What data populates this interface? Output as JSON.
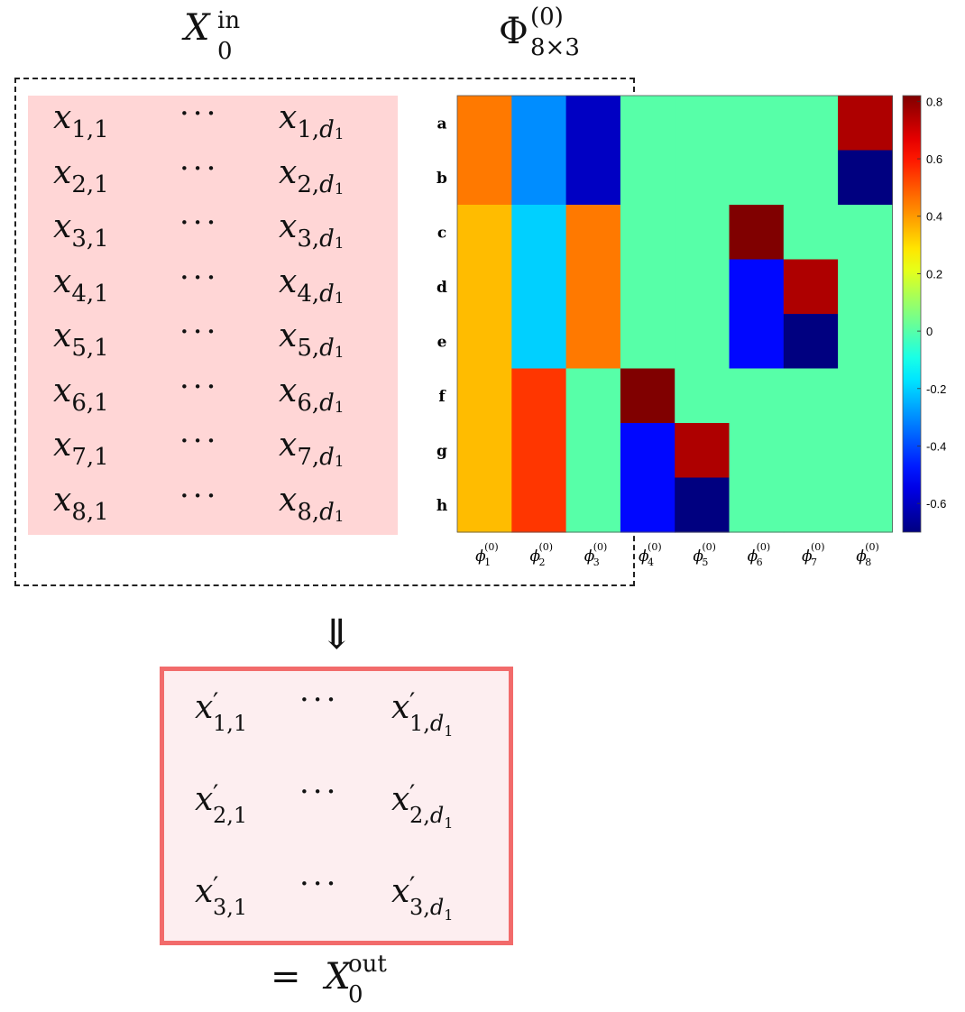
{
  "titles": {
    "x_in": {
      "base": "X",
      "sup": "in",
      "sub": "0"
    },
    "phi": {
      "base": "Φ",
      "sup": "(0)",
      "sub": "8×3"
    }
  },
  "input_matrix": {
    "rows": [
      {
        "first": "x",
        "first_sub": "1,1",
        "dots": "···",
        "last": "x",
        "last_sub_row": "1",
        "last_sub_col": "d",
        "last_sub_col_sub": "1"
      },
      {
        "first": "x",
        "first_sub": "2,1",
        "dots": "···",
        "last": "x",
        "last_sub_row": "2",
        "last_sub_col": "d",
        "last_sub_col_sub": "1"
      },
      {
        "first": "x",
        "first_sub": "3,1",
        "dots": "···",
        "last": "x",
        "last_sub_row": "3",
        "last_sub_col": "d",
        "last_sub_col_sub": "1"
      },
      {
        "first": "x",
        "first_sub": "4,1",
        "dots": "···",
        "last": "x",
        "last_sub_row": "4",
        "last_sub_col": "d",
        "last_sub_col_sub": "1"
      },
      {
        "first": "x",
        "first_sub": "5,1",
        "dots": "···",
        "last": "x",
        "last_sub_row": "5",
        "last_sub_col": "d",
        "last_sub_col_sub": "1"
      },
      {
        "first": "x",
        "first_sub": "6,1",
        "dots": "···",
        "last": "x",
        "last_sub_row": "6",
        "last_sub_col": "d",
        "last_sub_col_sub": "1"
      },
      {
        "first": "x",
        "first_sub": "7,1",
        "dots": "···",
        "last": "x",
        "last_sub_row": "7",
        "last_sub_col": "d",
        "last_sub_col_sub": "1"
      },
      {
        "first": "x",
        "first_sub": "8,1",
        "dots": "···",
        "last": "x",
        "last_sub_row": "8",
        "last_sub_col": "d",
        "last_sub_col_sub": "1"
      }
    ],
    "background": "#ffd6d6"
  },
  "arrow": "⇓",
  "output_matrix": {
    "rows": [
      {
        "first": "x",
        "prime": "′",
        "first_sub": "1,1",
        "dots": "···",
        "last": "x",
        "last_sub_row": "1",
        "last_sub_col": "d",
        "last_sub_col_sub": "1"
      },
      {
        "first": "x",
        "prime": "′",
        "first_sub": "2,1",
        "dots": "···",
        "last": "x",
        "last_sub_row": "2",
        "last_sub_col": "d",
        "last_sub_col_sub": "1"
      },
      {
        "first": "x",
        "prime": "′",
        "first_sub": "3,1",
        "dots": "···",
        "last": "x",
        "last_sub_row": "3",
        "last_sub_col": "d",
        "last_sub_col_sub": "1"
      }
    ],
    "border_color": "#f26b6b",
    "background": "#fdeef0"
  },
  "output_label": {
    "eq": "=",
    "base": "X",
    "sup": "out",
    "sub": "0"
  },
  "chart_data": {
    "type": "heatmap",
    "row_labels": [
      "a",
      "b",
      "c",
      "d",
      "e",
      "f",
      "g",
      "h"
    ],
    "col_labels": [
      {
        "base": "ϕ",
        "sub": "1",
        "sup": "(0)"
      },
      {
        "base": "ϕ",
        "sub": "2",
        "sup": "(0)"
      },
      {
        "base": "ϕ",
        "sub": "3",
        "sup": "(0)"
      },
      {
        "base": "ϕ",
        "sub": "4",
        "sup": "(0)"
      },
      {
        "base": "ϕ",
        "sub": "5",
        "sup": "(0)"
      },
      {
        "base": "ϕ",
        "sub": "6",
        "sup": "(0)"
      },
      {
        "base": "ϕ",
        "sub": "7",
        "sup": "(0)"
      },
      {
        "base": "ϕ",
        "sub": "8",
        "sup": "(0)"
      }
    ],
    "values": [
      [
        0.45,
        -0.3,
        -0.6,
        0,
        0,
        0,
        0,
        0.75
      ],
      [
        0.45,
        -0.3,
        -0.6,
        0,
        0,
        0,
        0,
        -0.7
      ],
      [
        0.35,
        -0.2,
        0.45,
        0,
        0,
        0.82,
        0,
        0
      ],
      [
        0.35,
        -0.2,
        0.45,
        0,
        0,
        -0.5,
        0.75,
        0
      ],
      [
        0.35,
        -0.2,
        0.45,
        0,
        0,
        -0.5,
        -0.7,
        0
      ],
      [
        0.35,
        0.55,
        0,
        0.82,
        0,
        0,
        0,
        0
      ],
      [
        0.35,
        0.55,
        0,
        -0.5,
        0.75,
        0,
        0,
        0
      ],
      [
        0.35,
        0.55,
        0,
        -0.5,
        -0.7,
        0,
        0,
        0
      ]
    ],
    "colormap": "jet",
    "clim": [
      -0.7,
      0.82
    ],
    "colorbar_ticks": [
      0.8,
      0.6,
      0.4,
      0.2,
      0,
      -0.2,
      -0.4,
      -0.6
    ],
    "colorbar_tick_labels": [
      "0.8",
      "0.6",
      "0.4",
      "0.2",
      "0",
      "-0.2",
      "-0.4",
      "-0.6"
    ]
  }
}
